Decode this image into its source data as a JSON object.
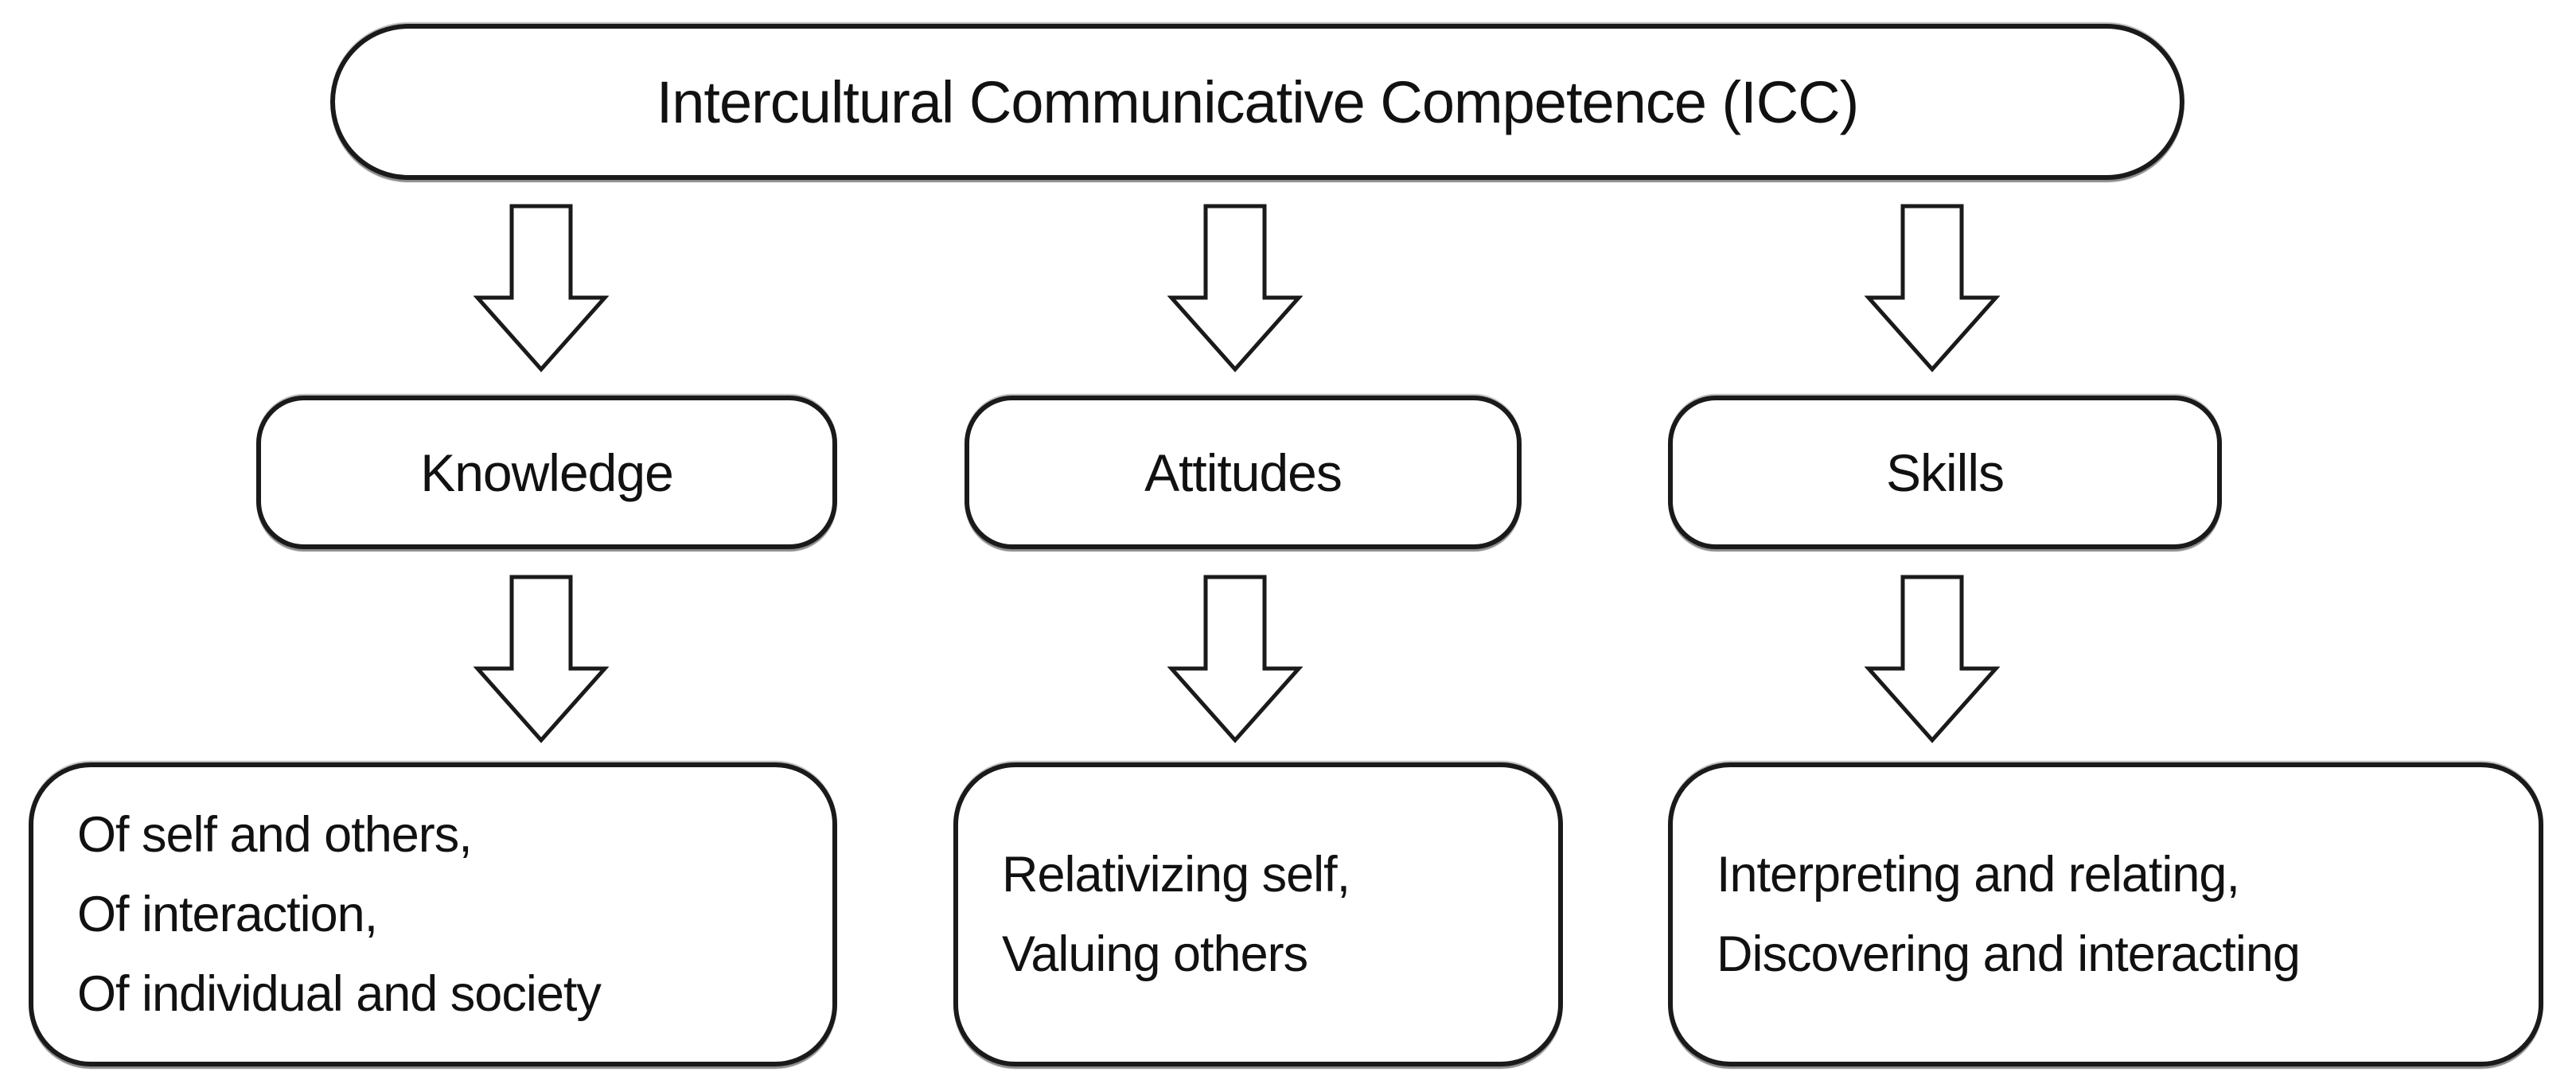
{
  "diagram": {
    "title": "Intercultural Communicative Competence (ICC) diagram",
    "colors": {
      "ink": "#1a1a1a",
      "background": "#ffffff",
      "node_fill": "#ffffff"
    },
    "root": {
      "label": "Intercultural Communicative Competence (ICC)"
    },
    "branches": [
      {
        "id": "knowledge",
        "label": "Knowledge",
        "details": [
          "Of self and others,",
          "Of interaction,",
          "Of individual and society"
        ]
      },
      {
        "id": "attitudes",
        "label": "Attitudes",
        "details": [
          "Relativizing self,",
          "Valuing others"
        ]
      },
      {
        "id": "skills",
        "label": "Skills",
        "details": [
          "Interpreting and relating,",
          "Discovering and interacting"
        ]
      }
    ]
  }
}
